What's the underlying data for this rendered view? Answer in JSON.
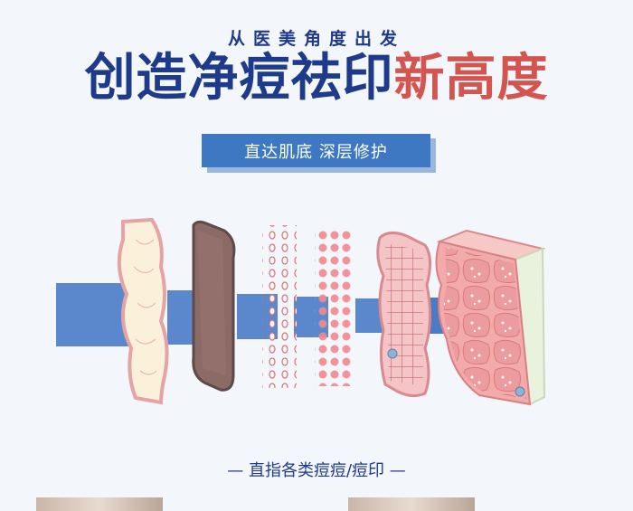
{
  "kicker": "从医美角度出发",
  "headline": {
    "part1": "创造净痘祛印",
    "part2": "新高度"
  },
  "ribbon": "直达肌底 深层修护",
  "caption": "— 直指各类痘痘/痘印 —",
  "colors": {
    "title_blue": "#1e3a8a",
    "title_red": "#d4554f",
    "ribbon_blue": "#3f78c2",
    "arrow_blue": "#4a7cc6",
    "skin_pink": "#f0b3b5",
    "skin_cream": "#fbf0da"
  }
}
